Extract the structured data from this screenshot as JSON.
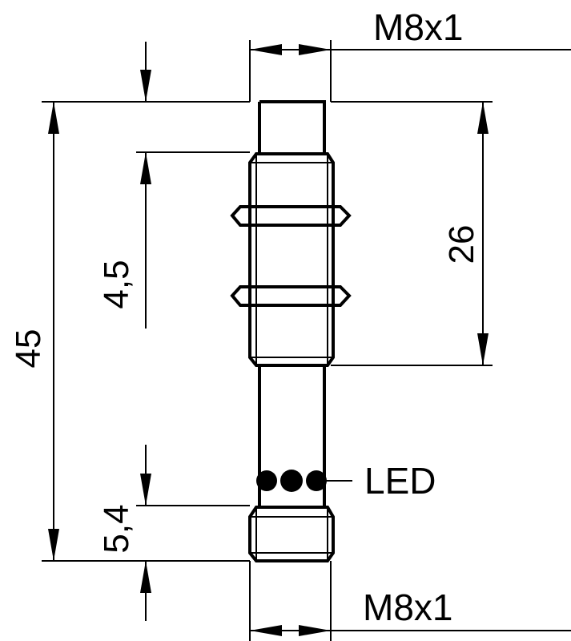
{
  "dimensions": {
    "top_thread": "M8x1",
    "bottom_thread": "M8x1",
    "overall_length": "45",
    "thread_length": "26",
    "top_offset": "4,5",
    "bottom_offset": "5,4"
  },
  "annotations": {
    "led_label": "LED"
  },
  "colors": {
    "line": "#000000",
    "background": "#ffffff"
  }
}
